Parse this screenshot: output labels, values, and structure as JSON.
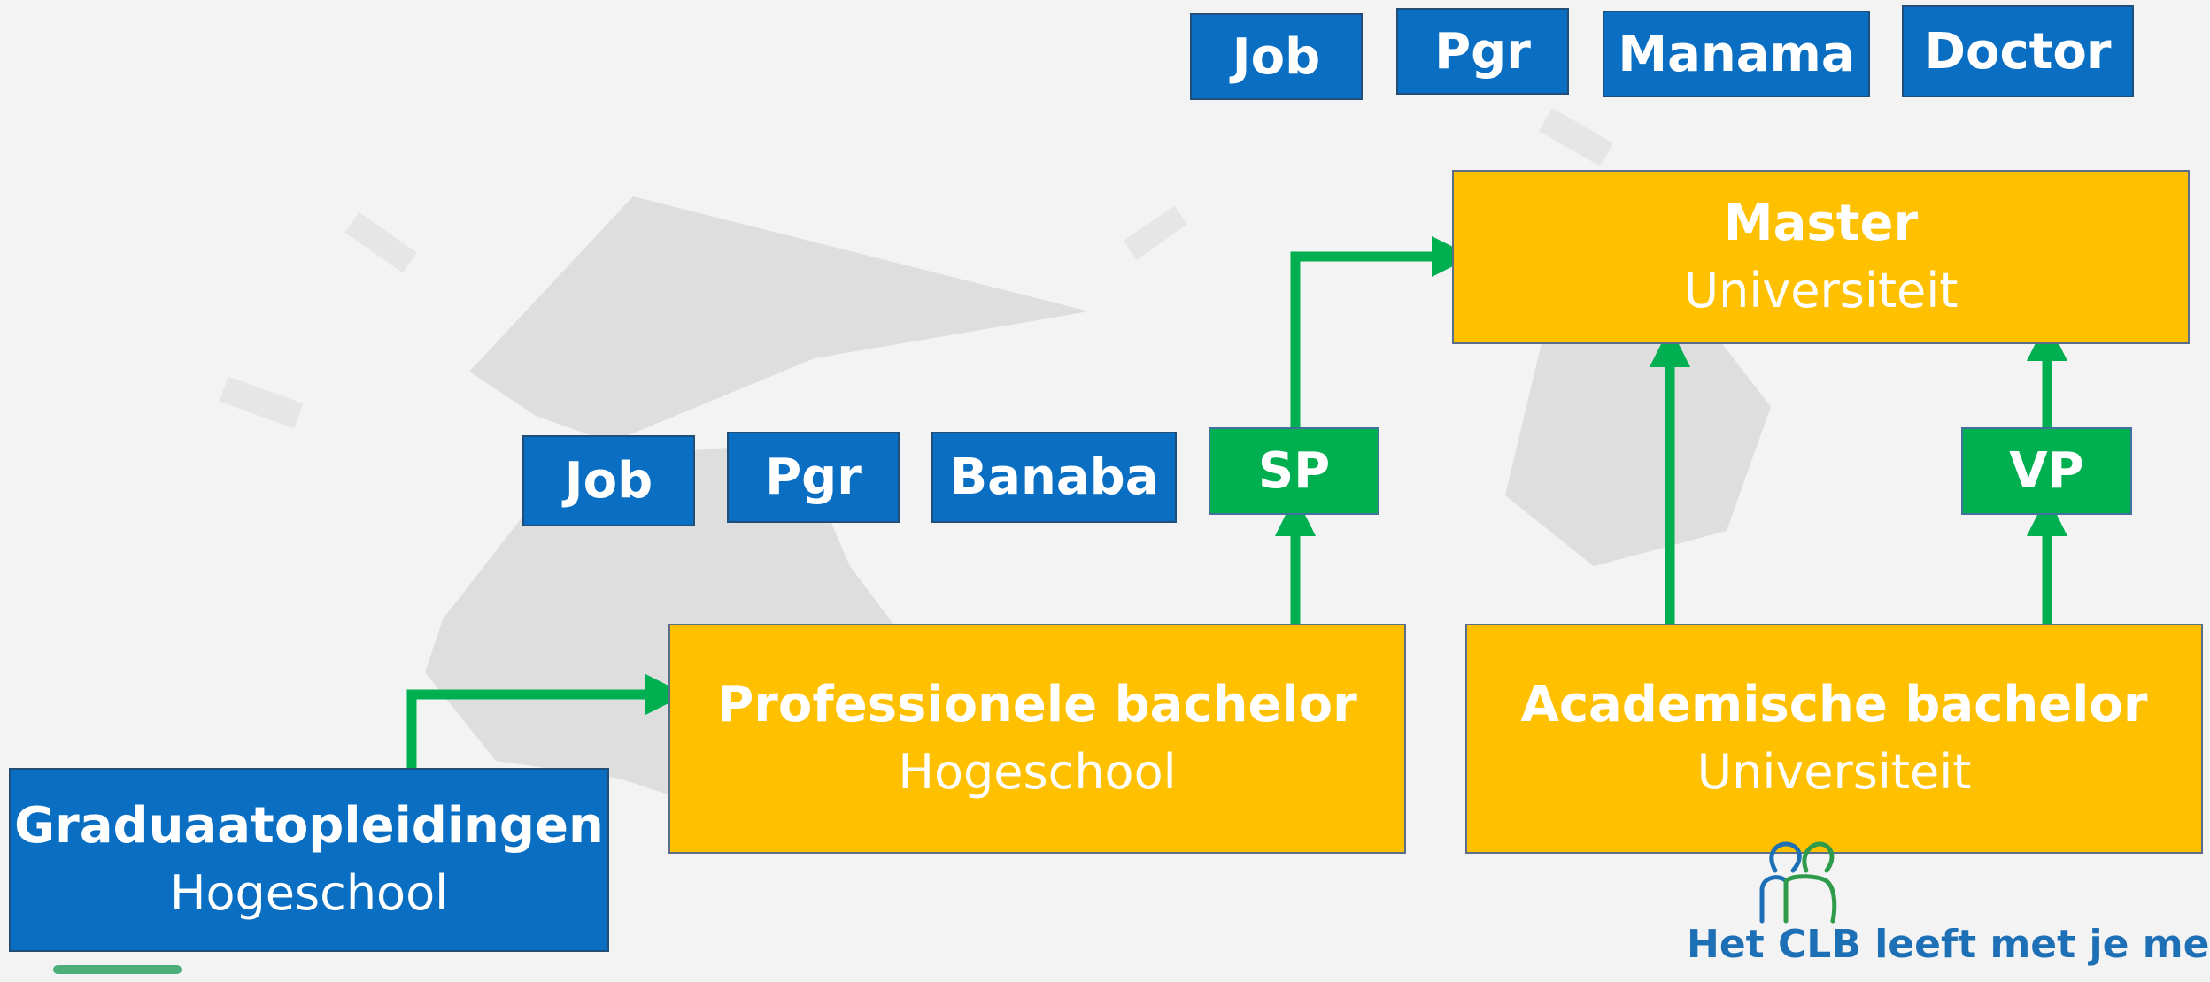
{
  "top_row": [
    "Job",
    "Pgr",
    "Manama",
    "Doctor"
  ],
  "mid_row": [
    "Job",
    "Pgr",
    "Banaba"
  ],
  "sp_label": "SP",
  "vp_label": "VP",
  "master": {
    "title": "Master",
    "subtitle": "Universiteit"
  },
  "prof_bachelor": {
    "title": "Professionele bachelor",
    "subtitle": "Hogeschool"
  },
  "acad_bachelor": {
    "title": "Academische bachelor",
    "subtitle": "Universiteit"
  },
  "graduaat": {
    "title": "Graduaatopleidingen",
    "subtitle": "Hogeschool"
  },
  "logo": {
    "text": "Het CLB leeft met je mee"
  },
  "colors": {
    "blue": "#0a6fc2",
    "yellow": "#ffc000",
    "green": "#00b050",
    "arrow": "#00b050"
  }
}
